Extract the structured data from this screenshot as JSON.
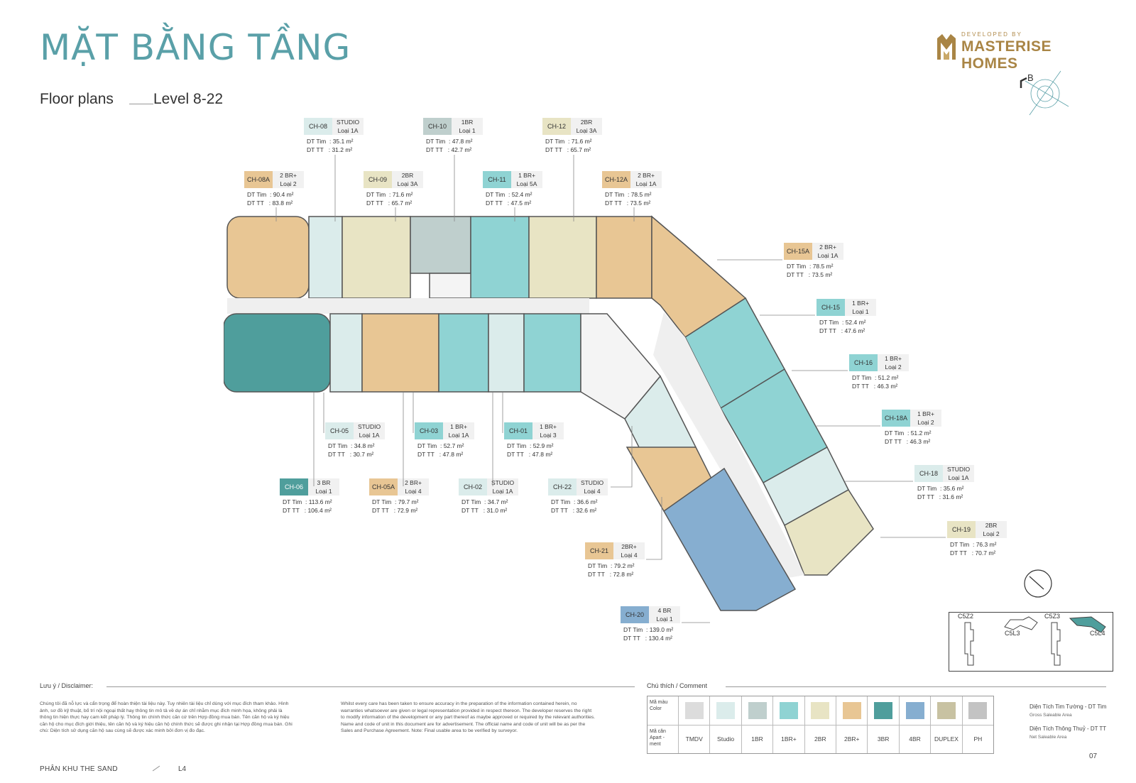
{
  "header": {
    "title": "MẶT BẰNG TẦNG",
    "subtitle": "Floor plans",
    "level": "Level 8-22"
  },
  "logo": {
    "developed_by": "DEVELOPED BY",
    "name": "MASTERISE HOMES"
  },
  "compass": {
    "label": "B"
  },
  "colors": {
    "TMDV": "#dcdcdc",
    "Studio": "#dbeceb",
    "1BR": "#bfcfcd",
    "1BR+": "#8fd3d3",
    "2BR": "#e8e4c4",
    "2BR+": "#e8c694",
    "3BR": "#4f9e9c",
    "4BR": "#86aed0",
    "DUPLEX": "#c8c2a2",
    "PH": "#c3c3c3"
  },
  "units": [
    {
      "code": "CH-08",
      "type": "STUDIO",
      "loai": "Loại 1A",
      "dt_tim": "35.1 m²",
      "dt_tt": "31.2 m²"
    },
    {
      "code": "CH-10",
      "type": "1BR",
      "loai": "Loại 1",
      "dt_tim": "47.8 m²",
      "dt_tt": "42.7 m²"
    },
    {
      "code": "CH-12",
      "type": "2BR",
      "loai": "Loại 3A",
      "dt_tim": "71.6 m²",
      "dt_tt": "65.7 m²"
    },
    {
      "code": "CH-08A",
      "type": "2 BR+",
      "loai": "Loại 2",
      "dt_tim": "90.4 m²",
      "dt_tt": "83.8 m²"
    },
    {
      "code": "CH-09",
      "type": "2BR",
      "loai": "Loại 3A",
      "dt_tim": "71.6 m²",
      "dt_tt": "65.7 m²"
    },
    {
      "code": "CH-11",
      "type": "1 BR+",
      "loai": "Loại 5A",
      "dt_tim": "52.4 m²",
      "dt_tt": "47.5 m²"
    },
    {
      "code": "CH-12A",
      "type": "2 BR+",
      "loai": "Loại 1A",
      "dt_tim": "78.5 m²",
      "dt_tt": "73.5 m²"
    },
    {
      "code": "CH-15A",
      "type": "2 BR+",
      "loai": "Loại 1A",
      "dt_tim": "78.5 m²",
      "dt_tt": "73.5 m²"
    },
    {
      "code": "CH-15",
      "type": "1 BR+",
      "loai": "Loại 1",
      "dt_tim": "52.4 m²",
      "dt_tt": "47.6 m²"
    },
    {
      "code": "CH-16",
      "type": "1 BR+",
      "loai": "Loại 2",
      "dt_tim": "51.2 m²",
      "dt_tt": "46.3 m²"
    },
    {
      "code": "CH-18A",
      "type": "1 BR+",
      "loai": "Loại 2",
      "dt_tim": "51.2 m²",
      "dt_tt": "46.3 m²"
    },
    {
      "code": "CH-18",
      "type": "STUDIO",
      "loai": "Loại 1A",
      "dt_tim": "35.6 m²",
      "dt_tt": "31.6 m²"
    },
    {
      "code": "CH-19",
      "type": "2BR",
      "loai": "Loại 2",
      "dt_tim": "76.3 m²",
      "dt_tt": "70.7 m²"
    },
    {
      "code": "CH-05",
      "type": "STUDIO",
      "loai": "Loại 1A",
      "dt_tim": "34.8 m²",
      "dt_tt": "30.7 m²"
    },
    {
      "code": "CH-03",
      "type": "1 BR+",
      "loai": "Loại 1A",
      "dt_tim": "52.7 m²",
      "dt_tt": "47.8 m²"
    },
    {
      "code": "CH-01",
      "type": "1 BR+",
      "loai": "Loại 3",
      "dt_tim": "52.9 m²",
      "dt_tt": "47.8 m²"
    },
    {
      "code": "CH-06",
      "type": "3 BR",
      "loai": "Loại 1",
      "dt_tim": "113.6 m²",
      "dt_tt": "106.4 m²"
    },
    {
      "code": "CH-05A",
      "type": "2 BR+",
      "loai": "Loại 4",
      "dt_tim": "79.7 m²",
      "dt_tt": "72.9 m²"
    },
    {
      "code": "CH-02",
      "type": "STUDIO",
      "loai": "Loại 1A",
      "dt_tim": "34.7 m²",
      "dt_tt": "31.0 m²"
    },
    {
      "code": "CH-22",
      "type": "STUDIO",
      "loai": "Loại 4",
      "dt_tim": "36.6 m²",
      "dt_tt": "32.6 m²"
    },
    {
      "code": "CH-21",
      "type": "2BR+",
      "loai": "Loại 4",
      "dt_tim": "79.2 m²",
      "dt_tt": "72.8 m²"
    },
    {
      "code": "CH-20",
      "type": "4 BR",
      "loai": "Loại 1",
      "dt_tim": "139.0 m²",
      "dt_tt": "130.4 m²"
    }
  ],
  "area_labels": {
    "dt_tim": "DT Tim",
    "dt_tt": "DT TT"
  },
  "keymap": {
    "labels": [
      "C5Z2",
      "C5L3",
      "C5Z3",
      "C5L4"
    ]
  },
  "disclaimer": {
    "label": "Lưu ý /   Disclaimer:",
    "vn": "Chúng tôi đã nỗ lực và cẩn trọng để hoàn thiện tài liệu này. Tuy nhiên tài liệu chỉ dùng với mục đích tham khảo. Hình ảnh, sơ đồ kỹ thuật, bố trí nội ngoại thất hay thông tin mô tả về dự án chỉ nhằm mục đích minh họa, không phải là thông tin hiện thực hay cam kết pháp lý. Thông tin chính thức căn cứ trên Hợp đồng mua bán. Tên căn hộ và ký hiệu căn hộ cho mục đích giới thiệu, tên căn hộ và ký hiệu căn hộ chính thức sẽ được ghi nhận tại Hợp đồng mua bán. Ghi chú: Diện tích sử dụng căn hộ sau cùng sẽ được xác minh bởi đơn vị đo đạc.",
    "en": "Whilst every care has been taken to ensure accuracy in the preparation of the information contained herein, no warranties whatsoever are given or legal representation provided in respect thereon. The developer reserves the right to modify information of the development or any part thereof as maybe approved or required by the relevant authorities. Name and code of unit in this document are for advertisement. The official name and code of unit will be as per the Sales and Purchase Agreement. Note: Final usable area to be verified by surveyor."
  },
  "legend": {
    "comment_label": "Chú thích /    Comment",
    "row1_label": "Mã màu",
    "row1_sub": "Color",
    "row2_label": "Mã căn",
    "row2_sub": "Apart - ment",
    "items": [
      "TMDV",
      "Studio",
      "1BR",
      "1BR+",
      "2BR",
      "2BR+",
      "3BR",
      "4BR",
      "DUPLEX",
      "PH"
    ]
  },
  "definitions": {
    "gross": "Diện Tích Tim Tường - DT Tim",
    "gross_sub": "Gross Saleable Area",
    "net": "Diện Tích Thông Thuỷ - DT TT",
    "net_sub": "Net Saleable Area"
  },
  "footer": {
    "zone": "PHÂN KHU THE SAND",
    "block": "L4",
    "page": "07"
  }
}
